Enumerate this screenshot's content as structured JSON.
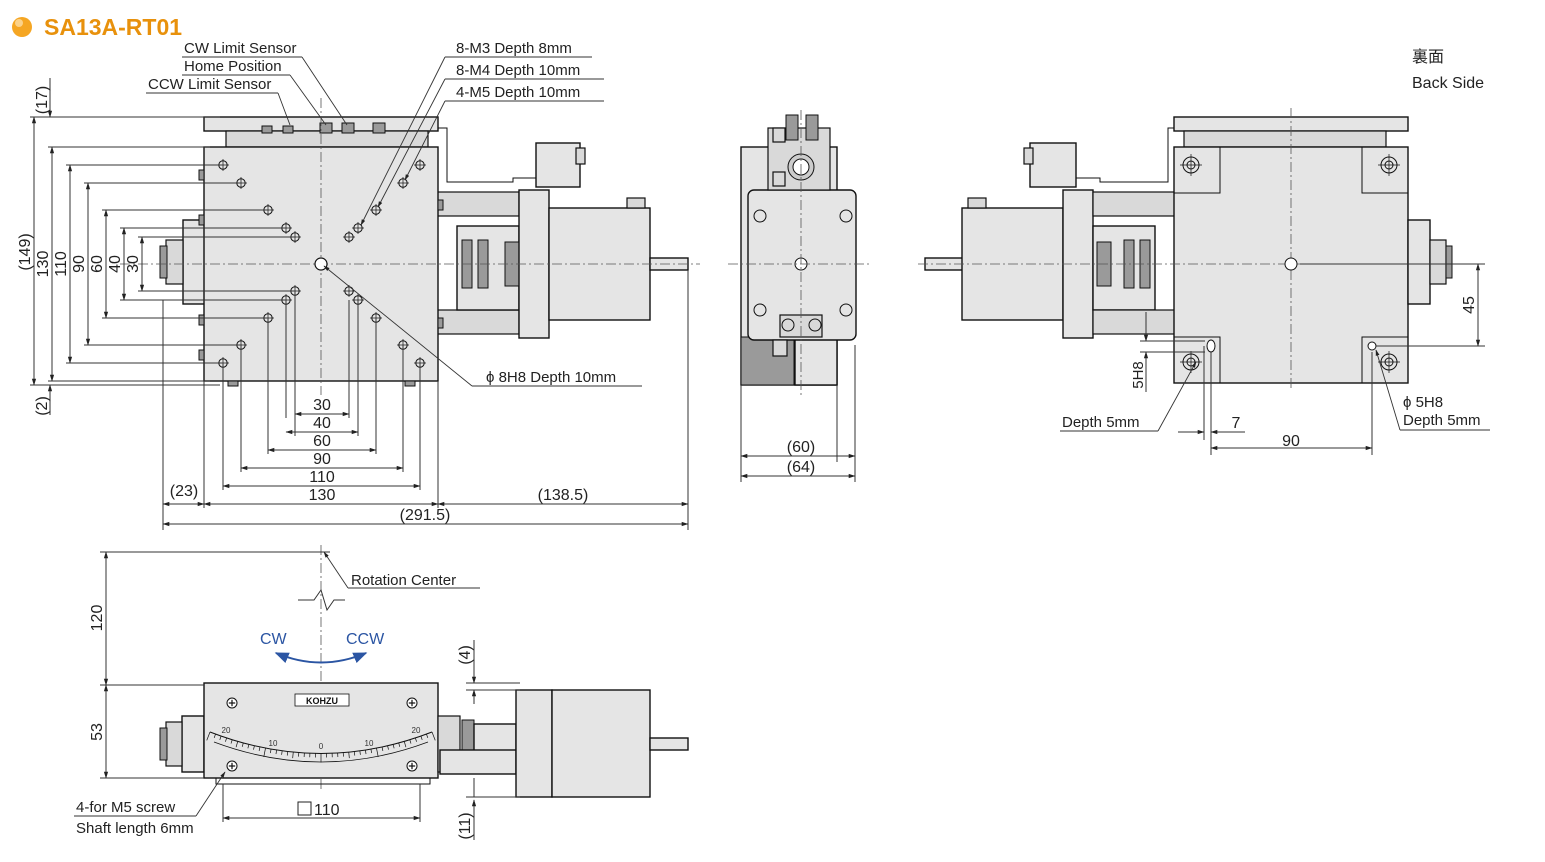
{
  "title": "SA13A-RT01",
  "colors": {
    "title": "#e8910c",
    "bullet": "#f5a623",
    "arrow_blue": "#2b55a3",
    "body": "#e5e5e5"
  },
  "labels": {
    "cw_limit": "CW Limit Sensor",
    "home": "Home Position",
    "ccw_limit": "CCW Limit Sensor",
    "m3": "8-M3 Depth 8mm",
    "m4": "8-M4 Depth 10mm",
    "m5": "4-M5 Depth 10mm",
    "pin_hole": "ϕ 8H8 Depth 10mm",
    "back_jp": "裏面",
    "back_en": "Back Side",
    "depth5": "Depth 5mm",
    "phi5": "ϕ 5H8",
    "phi5_depth": "Depth 5mm",
    "h5h8": "5H8",
    "rotation_center": "Rotation Center",
    "cw": "CW",
    "ccw": "CCW",
    "m5_screw": "4-for M5 screw",
    "shaft": "Shaft length 6mm",
    "brand": "KOHZU"
  },
  "dims": {
    "top_left": {
      "d17": "(17)",
      "d149": "(149)",
      "d130": "130",
      "d110": "110",
      "d90": "90",
      "d60": "60",
      "d40": "40",
      "d30": "30",
      "d2": "(2)"
    },
    "top_bottom": {
      "d30": "30",
      "d40": "40",
      "d60": "60",
      "d90": "90",
      "d110": "110",
      "d130": "130",
      "d23": "(23)",
      "d1385": "(138.5)",
      "d2915": "(291.5)"
    },
    "side": {
      "d60": "(60)",
      "d64": "(64)"
    },
    "back": {
      "d45": "45",
      "d7": "7",
      "d90": "90"
    },
    "front": {
      "d120": "120",
      "d53": "53",
      "d4": "(4)",
      "d11": "(11)",
      "d110": "110"
    },
    "scale": {
      "l20": "20",
      "l10": "10",
      "c0": "0",
      "r10": "10",
      "r20": "20"
    }
  }
}
